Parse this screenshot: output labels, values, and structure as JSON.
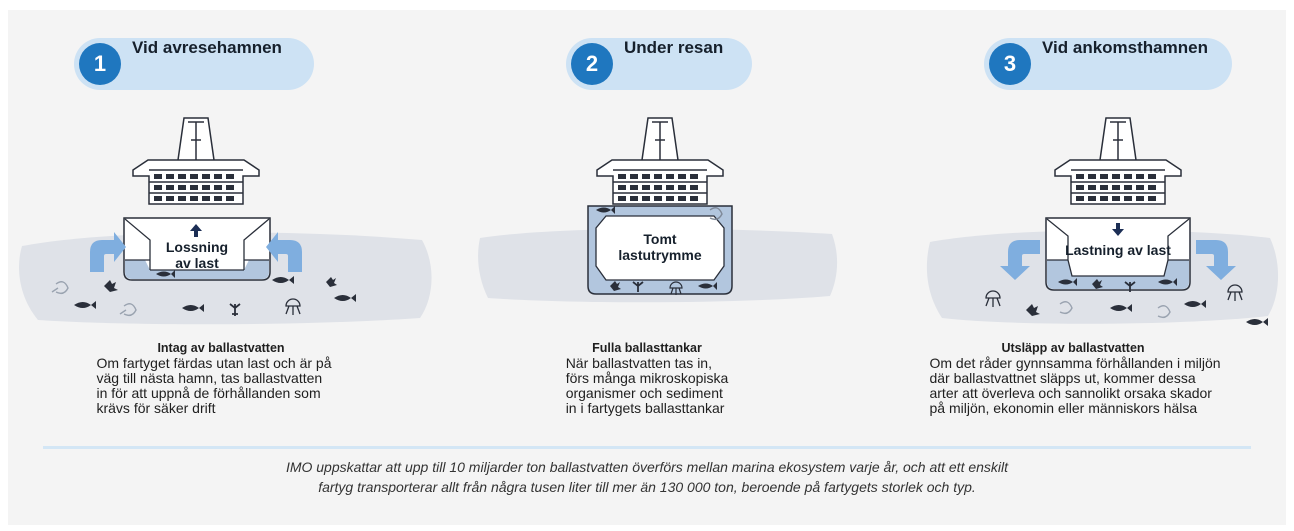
{
  "colors": {
    "water": "#dfe2e8",
    "ballast_water": "#b2c6de",
    "hull": "#ffffff",
    "accent": "#1f77bf",
    "pill": "#cde2f4",
    "ink": "#2a2f3a"
  },
  "steps": [
    {
      "number": "1",
      "title": "Vid avresehamnen",
      "ship_label_lines": [
        "Lossning",
        "av last"
      ],
      "caption_title": "Intag av ballastvatten",
      "caption_lines": [
        "Om fartyget färdas utan last och är på",
        "väg till nästa hamn, tas ballastvatten",
        "in för att uppnå de förhållanden som",
        "krävs för säker drift"
      ]
    },
    {
      "number": "2",
      "title": "Under resan",
      "ship_label_lines": [
        "Tomt",
        "lastutrymme"
      ],
      "caption_title": "Fulla ballasttankar",
      "caption_lines": [
        "När ballastvatten tas in,",
        "förs många mikroskopiska",
        "organismer och sediment",
        "in i fartygets ballasttankar"
      ]
    },
    {
      "number": "3",
      "title": "Vid ankomsthamnen",
      "ship_label_lines": [
        "Lastning av last"
      ],
      "caption_title": "Utsläpp av ballastvatten",
      "caption_lines": [
        "Om det råder gynnsamma förhållanden i miljön",
        "där ballastvattnet släpps ut, kommer dessa",
        "arter att överleva och sannolikt orsaka skador",
        "på miljön, ekonomin eller människors hälsa"
      ]
    }
  ],
  "footnote_lines": [
    "IMO uppskattar att upp till 10 miljarder ton ballastvatten överförs mellan marina ekosystem varje år, och att ett enskilt",
    "fartyg transporterar allt från några tusen liter till mer än 130 000 ton, beroende på fartygets storlek och typ."
  ]
}
